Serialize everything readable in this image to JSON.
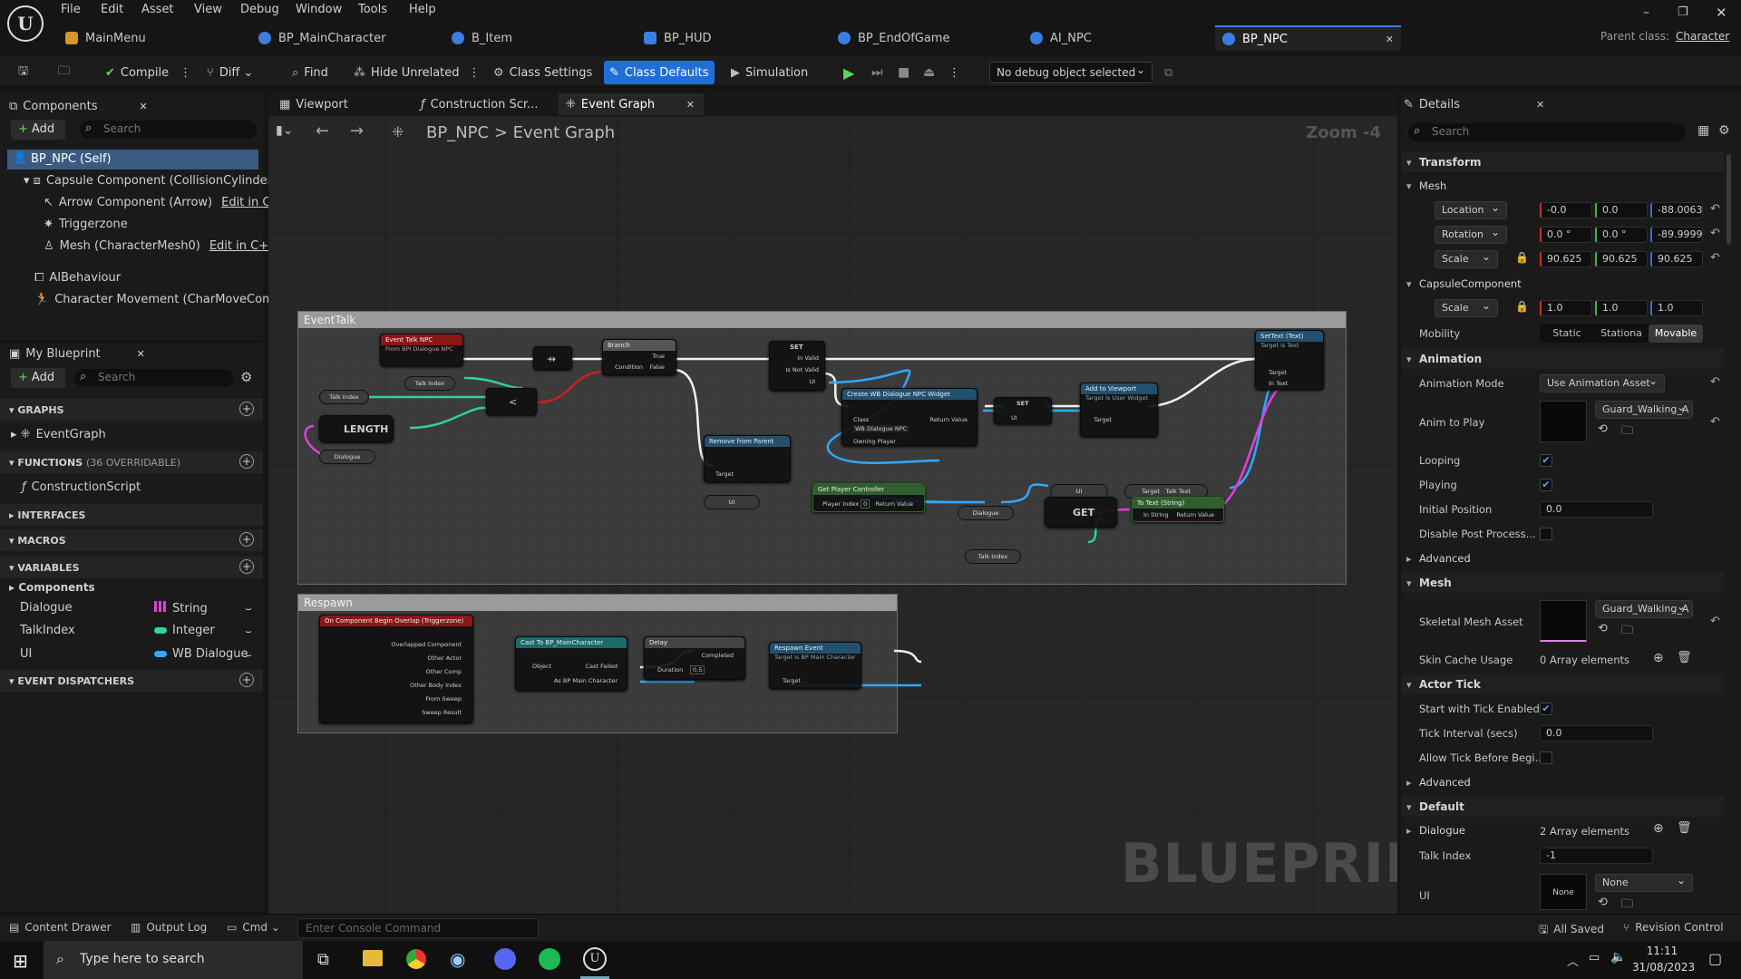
{
  "menu": [
    "File",
    "Edit",
    "Asset",
    "View",
    "Debug",
    "Window",
    "Tools",
    "Help"
  ],
  "doc_tabs": [
    {
      "label": "MainMenu",
      "color": "#e0a030"
    },
    {
      "label": "BP_MainCharacter",
      "color": "#3c7de0"
    },
    {
      "label": "B_Item",
      "color": "#3c7de0"
    },
    {
      "label": "BP_HUD",
      "color": "#3c7de0"
    },
    {
      "label": "BP_EndOfGame",
      "color": "#3c7de0"
    },
    {
      "label": "AI_NPC",
      "color": "#3c7de0"
    },
    {
      "label": "BP_NPC",
      "color": "#3c7de0"
    }
  ],
  "parent_class": {
    "label": "Parent class:",
    "value": "Character"
  },
  "toolbar": {
    "compile": "Compile",
    "diff": "Diff",
    "find": "Find",
    "hide_unrelated": "Hide Unrelated",
    "class_settings": "Class Settings",
    "class_defaults": "Class Defaults",
    "simulation": "Simulation",
    "debug_object": "No debug object selected"
  },
  "components_panel": {
    "title": "Components",
    "add": "Add",
    "search_placeholder": "Search",
    "items": [
      {
        "label": "BP_NPC (Self)"
      },
      {
        "label": "Capsule Component (CollisionCylinder)"
      },
      {
        "label": "Arrow Component (Arrow)",
        "link": "Edit in C++"
      },
      {
        "label": "Triggerzone"
      },
      {
        "label": "Mesh (CharacterMesh0)",
        "link": "Edit in C++"
      },
      {
        "label": "AIBehaviour"
      },
      {
        "label": "Character Movement (CharMoveComp)"
      }
    ]
  },
  "my_blueprint": {
    "title": "My Blueprint",
    "add": "Add",
    "search_placeholder": "Search",
    "graphs": "GRAPHS",
    "event_graph": "EventGraph",
    "functions": "FUNCTIONS",
    "functions_count": "(36 OVERRIDABLE)",
    "construction_script": "ConstructionScript",
    "interfaces": "INTERFACES",
    "macros": "MACROS",
    "variables": "VARIABLES",
    "components": "Components",
    "vars": [
      {
        "name": "Dialogue",
        "type": "String",
        "color": "#e040e0"
      },
      {
        "name": "TalkIndex",
        "type": "Integer",
        "color": "#2fd6a0"
      },
      {
        "name": "UI",
        "type": "WB Dialogue",
        "color": "#2fa8ff"
      }
    ],
    "event_dispatchers": "EVENT DISPATCHERS"
  },
  "graph_tabs": [
    "Viewport",
    "Construction Scr...",
    "Event Graph"
  ],
  "breadcrumb": {
    "root": "BP_NPC",
    "sep": ">",
    "current": "Event Graph"
  },
  "zoom": "Zoom -4",
  "watermark": "BLUEPRINT",
  "comments": {
    "talk": "EventTalk",
    "respawn": "Respawn"
  },
  "nodes": {
    "event_talk": "Event Talk NPC",
    "event_talk_sub": "From BPI Dialogue NPC",
    "branch": "Branch",
    "condition": "Condition",
    "true": "True",
    "false": "False",
    "set": "SET",
    "in_valid": "In Valid",
    "is_not_valid": "Is Not Valid",
    "ui": "UI",
    "create_widget": "Create WB Dialogue NPC Widget",
    "class": "Class",
    "class_val": "WB Dialogue NPC",
    "return_value": "Return Value",
    "owning_player": "Owning Player",
    "add_to_viewport": "Add to Viewport",
    "target": "Target",
    "target_widget": "Target is User Widget",
    "set_text": "SetText (Text)",
    "target_text": "Target is Text",
    "in_text": "In Text",
    "remove_parent": "Remove from Parent",
    "get_player_controller": "Get Player Controller",
    "player_index": "Player Index",
    "player_index_val": "0",
    "length": "LENGTH",
    "talk_index": "Talk Index",
    "dialogue": "Dialogue",
    "get": "GET",
    "to_text": "To Text (String)",
    "in_string": "In String",
    "talk_text": "Talk Text",
    "overlap": "On Component Begin Overlap (Triggerzone)",
    "overlap_pins": [
      "Overlapped Component",
      "Other Actor",
      "Other Comp",
      "Other Body Index",
      "From Sweep",
      "Sweep Result"
    ],
    "cast": "Cast To BP_MainCharacter",
    "object": "Object",
    "cast_failed": "Cast Failed",
    "as_bp": "As BP Main Character",
    "delay": "Delay",
    "completed": "Completed",
    "duration": "Duration",
    "duration_val": "0.5",
    "respawn_event": "Respawn Event",
    "respawn_sub": "Target is BP Main Character"
  },
  "details": {
    "title": "Details",
    "search_placeholder": "Search",
    "transform": "Transform",
    "mesh": "Mesh",
    "location": "Location",
    "loc": [
      "-0.0",
      "0.0",
      "-88.0063"
    ],
    "rotation": "Rotation",
    "rot": [
      "0.0 °",
      "0.0 °",
      "-89.9999"
    ],
    "scale": "Scale",
    "scl": [
      "90.625",
      "90.625",
      "90.625"
    ],
    "capsule": "CapsuleComponent",
    "cap_scale": [
      "1.0",
      "1.0",
      "1.0"
    ],
    "mobility": "Mobility",
    "mob": [
      "Static",
      "Stationa",
      "Movable"
    ],
    "animation": "Animation",
    "anim_mode": "Animation Mode",
    "anim_mode_val": "Use Animation Asset",
    "anim_to_play": "Anim to Play",
    "anim_asset": "Guard_Walking_A",
    "looping": "Looping",
    "playing": "Playing",
    "initial_position": "Initial Position",
    "initial_position_val": "0.0",
    "disable_pp": "Disable Post Process...",
    "advanced": "Advanced",
    "mesh2": "Mesh",
    "skeletal_mesh": "Skeletal Mesh Asset",
    "skel_asset": "Guard_Walking_A",
    "skin_cache": "Skin Cache Usage",
    "skin_cache_val": "0 Array elements",
    "actor_tick": "Actor Tick",
    "start_tick": "Start with Tick Enabled",
    "tick_interval": "Tick Interval (secs)",
    "tick_interval_val": "0.0",
    "allow_tick": "Allow Tick Before Begi...",
    "advanced2": "Advanced",
    "default": "Default",
    "dialogue": "Dialogue",
    "dialogue_val": "2 Array elements",
    "talk_index": "Talk Index",
    "talk_index_val": "-1",
    "ui": "UI",
    "ui_thumb": "None",
    "ui_val": "None"
  },
  "bottom": {
    "content_drawer": "Content Drawer",
    "output_log": "Output Log",
    "cmd": "Cmd",
    "console_placeholder": "Enter Console Command",
    "all_saved": "All Saved",
    "revision": "Revision Control"
  },
  "taskbar": {
    "search": "Type here to search",
    "time": "11:11",
    "date": "31/08/2023"
  }
}
